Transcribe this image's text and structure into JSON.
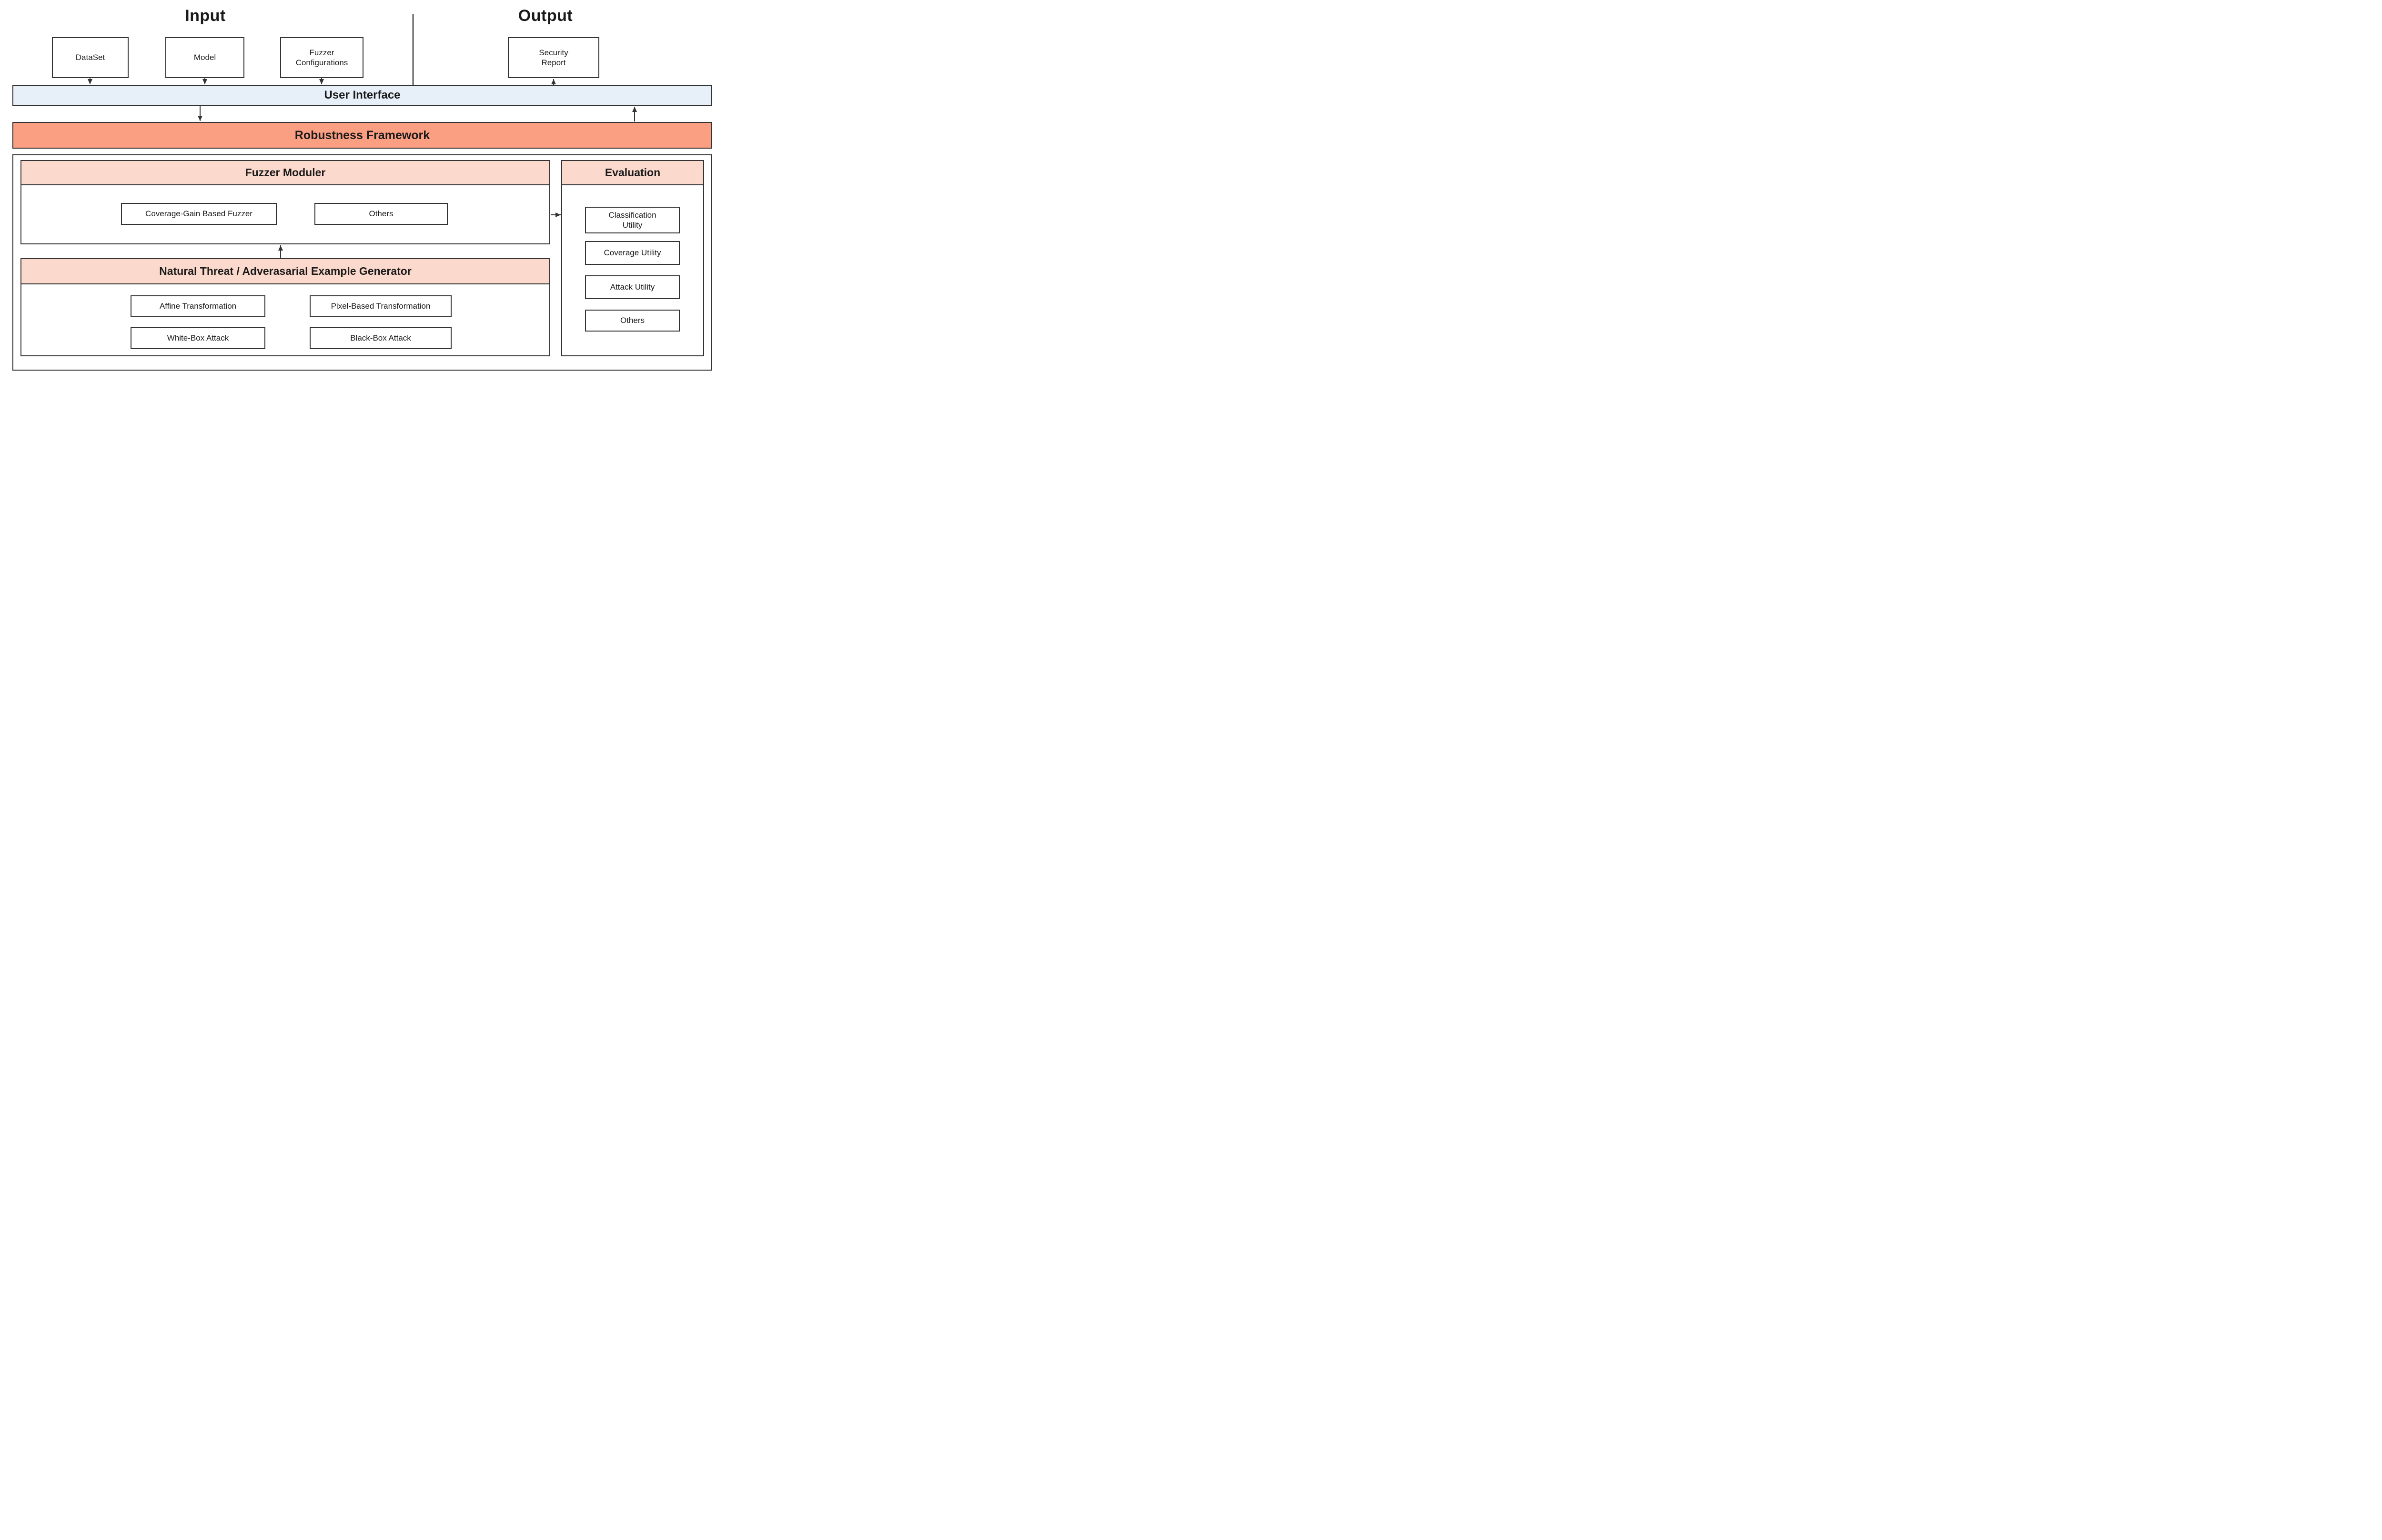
{
  "colors": {
    "border": "#333333",
    "text": "#1a1a1a",
    "user_interface_fill": "#e7eff9",
    "framework_fill": "#fb9f82",
    "section_header_fill": "#fcd9cd"
  },
  "io": {
    "input_title": "Input",
    "output_title": "Output",
    "input_boxes": [
      {
        "label": "DataSet"
      },
      {
        "label": "Model"
      },
      {
        "label": "Fuzzer Configurations"
      }
    ],
    "output_boxes": [
      {
        "label": "Security Report"
      }
    ]
  },
  "layers": {
    "user_interface": {
      "label": "User Interface"
    },
    "robustness_framework": {
      "label": "Robustness Framework"
    }
  },
  "framework": {
    "fuzzer_module": {
      "header": "Fuzzer Moduler",
      "boxes": [
        {
          "label": "Coverage-Gain Based Fuzzer"
        },
        {
          "label": "Others"
        }
      ]
    },
    "generator": {
      "header": "Natural Threat / Adverasarial Example Generator",
      "boxes": [
        {
          "label": "Affine Transformation"
        },
        {
          "label": "Pixel-Based Transformation"
        },
        {
          "label": "White-Box Attack"
        },
        {
          "label": "Black-Box Attack"
        }
      ]
    },
    "evaluation": {
      "header": "Evaluation",
      "boxes": [
        {
          "label": "Classification Utility"
        },
        {
          "label": "Coverage Utility"
        },
        {
          "label": "Attack Utility"
        },
        {
          "label": "Others"
        }
      ]
    }
  }
}
